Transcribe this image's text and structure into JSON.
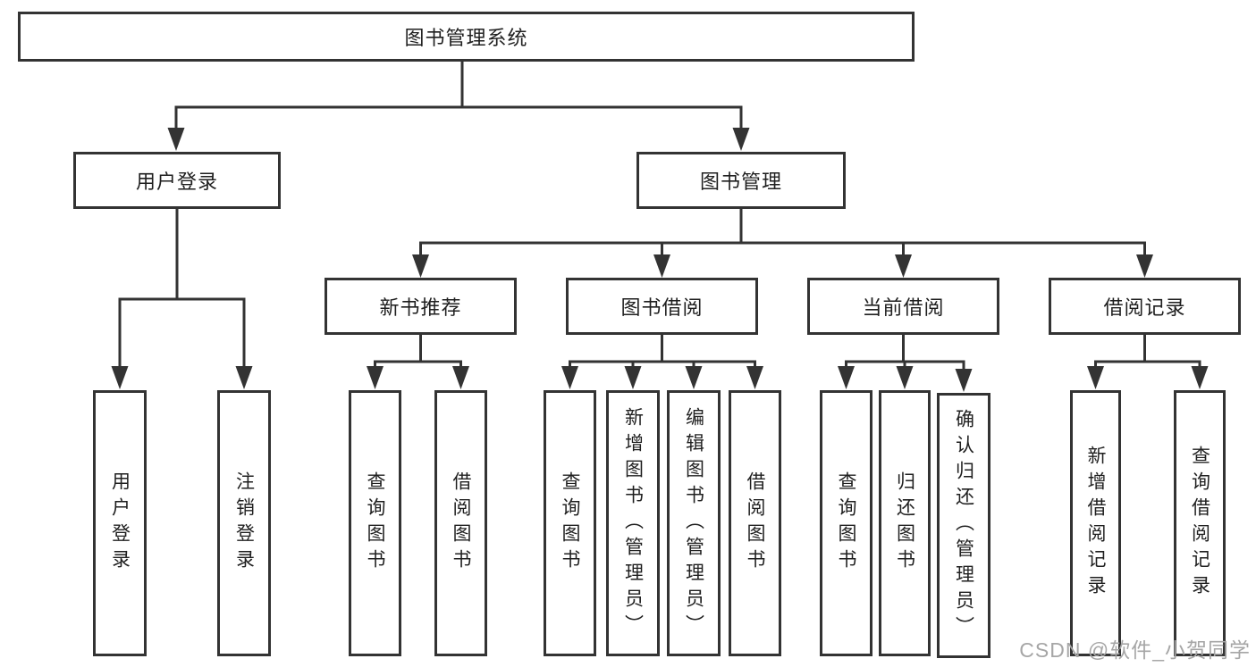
{
  "diagram": {
    "root": {
      "label": "图书管理系统",
      "children": [
        {
          "label": "用户登录",
          "children": [
            {
              "label": "用户登录"
            },
            {
              "label": "注销登录"
            }
          ]
        },
        {
          "label": "图书管理",
          "children": [
            {
              "label": "新书推荐",
              "children": [
                {
                  "label": "查询图书"
                },
                {
                  "label": "借阅图书"
                }
              ]
            },
            {
              "label": "图书借阅",
              "children": [
                {
                  "label": "查询图书"
                },
                {
                  "label": "新增图书（管理员）"
                },
                {
                  "label": "编辑图书（管理员）"
                },
                {
                  "label": "借阅图书"
                }
              ]
            },
            {
              "label": "当前借阅",
              "children": [
                {
                  "label": "查询图书"
                },
                {
                  "label": "归还图书"
                },
                {
                  "label": "确认归还（管理员）"
                }
              ]
            },
            {
              "label": "借阅记录",
              "children": [
                {
                  "label": "新增借阅记录"
                },
                {
                  "label": "查询借阅记录"
                }
              ]
            }
          ]
        }
      ]
    },
    "colors": {
      "line": "#333333",
      "box_border": "#333333",
      "text": "#1f1f1f",
      "background": "#ffffff",
      "watermark": "#a6a6a6"
    }
  },
  "watermark": {
    "text": "CSDN @软件_小贺同学"
  }
}
